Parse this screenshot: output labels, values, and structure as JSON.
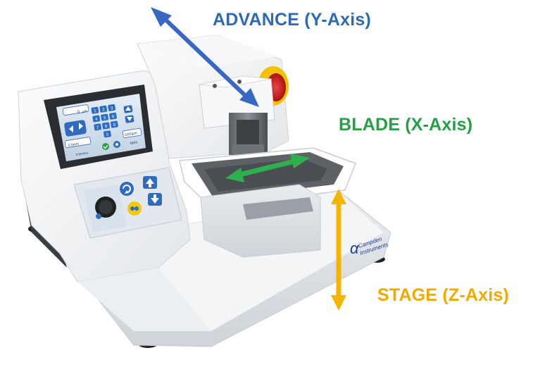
{
  "labels": {
    "advance": "ADVANCE (Y-Axis)",
    "blade": "BLADE (X-Axis)",
    "stage": "STAGE (Z-Axis)"
  },
  "branding": {
    "logo_symbol": "α",
    "logo_line1": "Campden",
    "logo_line2": "Instruments"
  },
  "screen": {
    "top_value": "0",
    "top_unit": "µm",
    "digits": [
      "1",
      "2",
      "3",
      "4",
      "5",
      "6",
      "7",
      "8",
      "9",
      "0"
    ],
    "speed_value": "0.5mm",
    "speed_rate": "0.5mm/s",
    "range_value": "1000µm",
    "max_label": "MAX"
  },
  "colors": {
    "advance": "#3a66c4",
    "blade": "#2fb04e",
    "stage": "#f5b400",
    "advance_text": "#2e6ab3",
    "blade_text": "#25a045",
    "stage_text": "#f2a900"
  },
  "icons": [
    "double-arrow-icon",
    "refresh-icon",
    "up-arrow-icon",
    "down-arrow-icon",
    "control-knob-icon",
    "check-icon",
    "gear-icon"
  ]
}
